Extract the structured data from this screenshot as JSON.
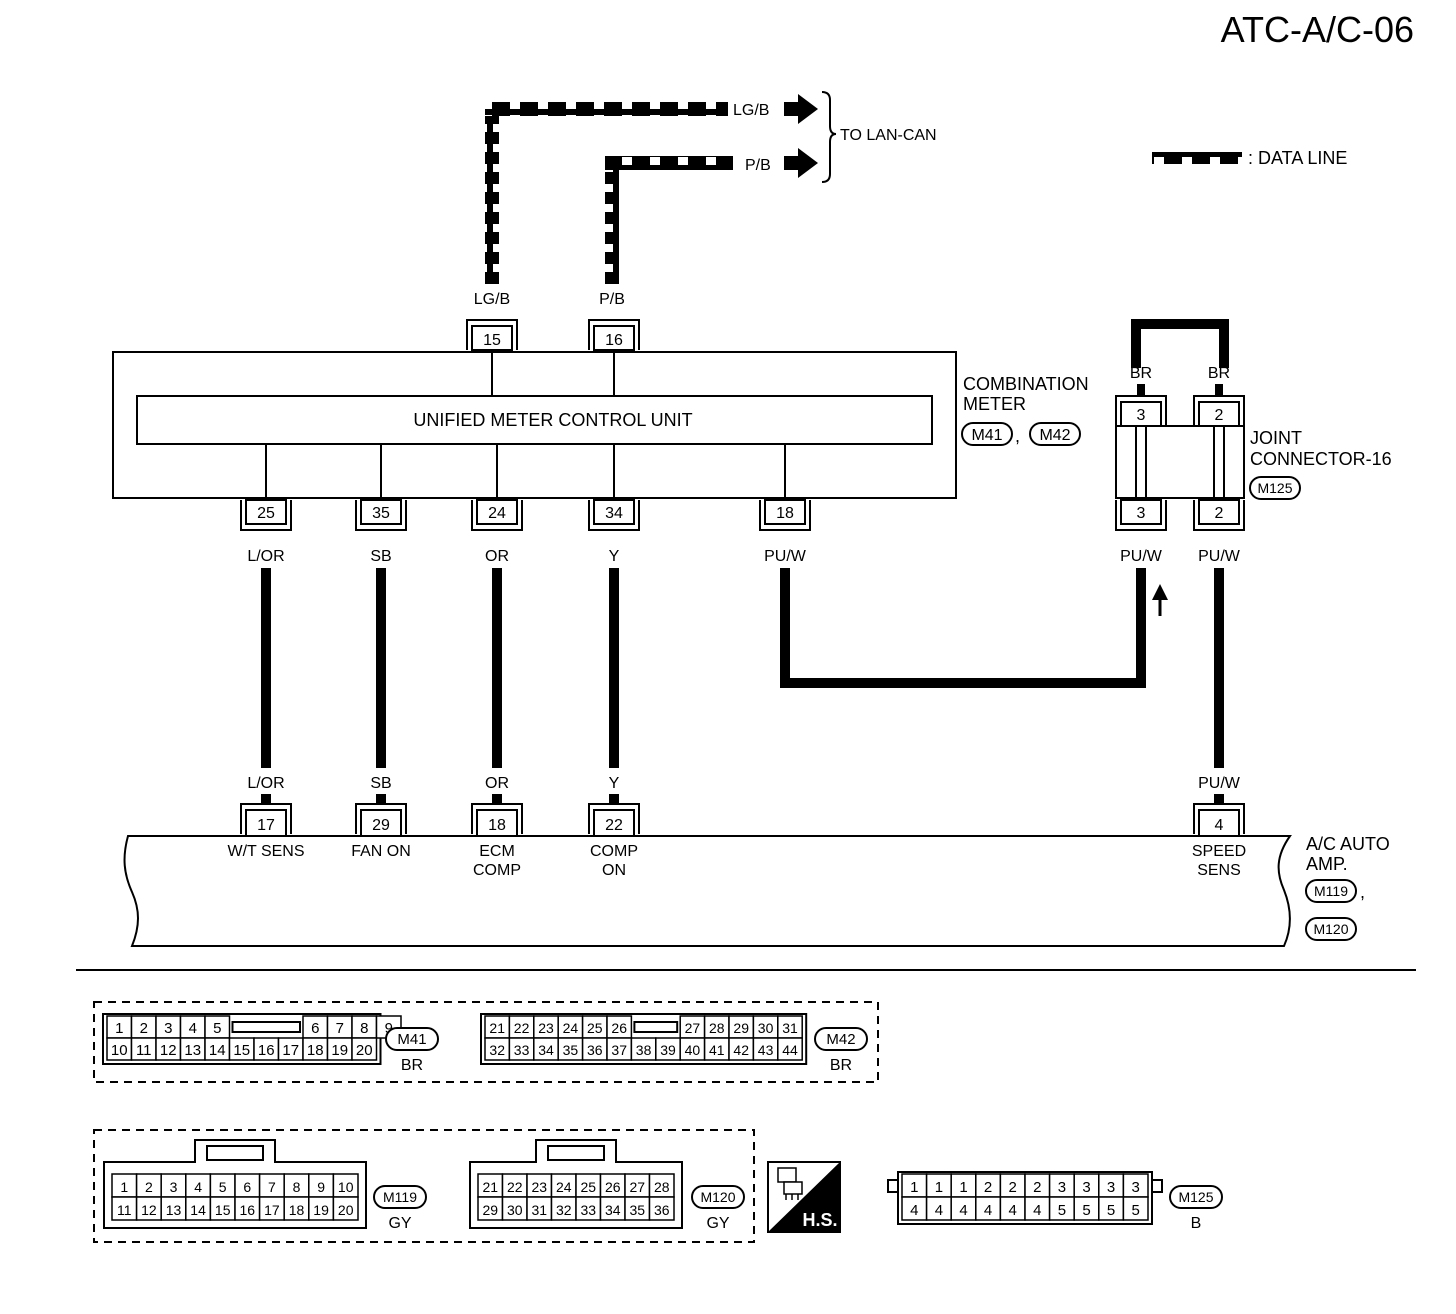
{
  "diagram_id": "ATC-A/C-06",
  "legend": {
    "label": ": DATA LINE"
  },
  "can_destination": "TO LAN-CAN",
  "can_lines": [
    {
      "color": "LG/B",
      "terminal": "15"
    },
    {
      "color": "P/B",
      "terminal": "16"
    }
  ],
  "meter": {
    "unit_label": "UNIFIED METER CONTROL UNIT",
    "name_line1": "COMBINATION",
    "name_line2": "METER",
    "connectors": [
      "M41",
      "M42"
    ],
    "separator": ","
  },
  "joint_connector": {
    "name_line1": "JOINT",
    "name_line2": "CONNECTOR-16",
    "connector": "M125",
    "top_wires": [
      "BR",
      "BR"
    ],
    "pins": [
      "3",
      "2"
    ],
    "bottom_wires": [
      "PU/W",
      "PU/W"
    ]
  },
  "meter_outputs": [
    {
      "terminal": "25",
      "color": "L/OR"
    },
    {
      "terminal": "35",
      "color": "SB"
    },
    {
      "terminal": "24",
      "color": "OR"
    },
    {
      "terminal": "34",
      "color": "Y"
    },
    {
      "terminal": "18",
      "color": "PU/W"
    }
  ],
  "amp_inputs": [
    {
      "color": "L/OR",
      "terminal": "17",
      "label": [
        "W/T SENS"
      ]
    },
    {
      "color": "SB",
      "terminal": "29",
      "label": [
        "FAN ON"
      ]
    },
    {
      "color": "OR",
      "terminal": "18",
      "label": [
        "ECM",
        "COMP"
      ]
    },
    {
      "color": "Y",
      "terminal": "22",
      "label": [
        "COMP",
        "ON"
      ]
    },
    {
      "color": "PU/W",
      "terminal": "4",
      "label": [
        "SPEED",
        "SENS"
      ]
    }
  ],
  "amp": {
    "name_line1": "A/C AUTO",
    "name_line2": "AMP.",
    "connectors": [
      "M119",
      "M120"
    ],
    "separator": ","
  },
  "connector_views": {
    "M41": {
      "color": "BR",
      "top": [
        "1",
        "2",
        "3",
        "4",
        "5",
        "6",
        "7",
        "8",
        "9"
      ],
      "bottom": [
        "10",
        "11",
        "12",
        "13",
        "14",
        "15",
        "16",
        "17",
        "18",
        "19",
        "20"
      ]
    },
    "M42": {
      "color": "BR",
      "top": [
        "21",
        "22",
        "23",
        "24",
        "25",
        "26",
        "27",
        "28",
        "29",
        "30",
        "31"
      ],
      "bottom": [
        "32",
        "33",
        "34",
        "35",
        "36",
        "37",
        "38",
        "39",
        "40",
        "41",
        "42",
        "43",
        "44"
      ]
    },
    "M119": {
      "color": "GY",
      "top": [
        "1",
        "2",
        "3",
        "4",
        "5",
        "6",
        "7",
        "8",
        "9",
        "10"
      ],
      "bottom": [
        "11",
        "12",
        "13",
        "14",
        "15",
        "16",
        "17",
        "18",
        "19",
        "20"
      ]
    },
    "M120": {
      "color": "GY",
      "top": [
        "21",
        "22",
        "23",
        "24",
        "25",
        "26",
        "27",
        "28"
      ],
      "bottom": [
        "29",
        "30",
        "31",
        "32",
        "33",
        "34",
        "35",
        "36"
      ]
    },
    "M125": {
      "color": "B",
      "top": [
        "1",
        "1",
        "1",
        "2",
        "2",
        "2",
        "3",
        "3",
        "3",
        "3"
      ],
      "bottom": [
        "4",
        "4",
        "4",
        "4",
        "4",
        "4",
        "5",
        "5",
        "5",
        "5"
      ]
    }
  },
  "hs_badge": "H.S."
}
